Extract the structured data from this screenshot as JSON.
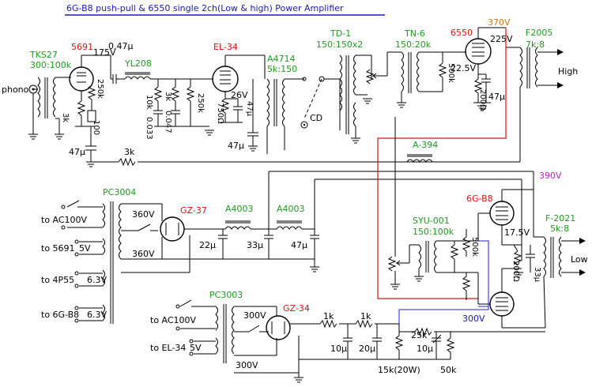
{
  "title": "6G-B8 push-pull & 6550 single 2ch(Low & high) Power Amplifier",
  "colors": {
    "green": "#1f9a1f",
    "red": "#d11",
    "blue": "#1a1ab0",
    "orange": "#c87a1a",
    "magenta": "#c020c0",
    "wire_red": "#e01010",
    "wire_blue": "#2020d0"
  },
  "labels": {
    "phono": "phono",
    "tks27_name": "TKS27",
    "tks27_ratio": "300:100k",
    "t5691": "5691",
    "v175": "175V",
    "yl208": "YL208",
    "c047": "0.47μ",
    "r250k_a": "250k",
    "r3k_a": "3k",
    "r100": "100",
    "r10k": "10k",
    "c0033": "0.033",
    "r3k_b": "3k",
    "c0047": "0.047",
    "r250k_b": "250k",
    "el34": "EL-34",
    "r750": "750Ω",
    "v26": "26V",
    "c47_a": "47μ",
    "a4714": "A4714",
    "a4714_ratio": "5k:150",
    "td1": "TD-1",
    "td1_ratio": "150:150x2",
    "tn6": "TN-6",
    "tn6_ratio": "150:20k",
    "r500k_a": "500k",
    "t6550": "6550",
    "v370": "370V",
    "v225": "225V",
    "v225b": "22.5V",
    "r200": "200Ω",
    "c47_b": "47μ",
    "f2005": "F2005",
    "f2005_ratio": "7k:8",
    "high": "High",
    "cd": "CD",
    "c47_c": "47μ",
    "c47_d": "47μ",
    "r3k_c": "3k",
    "a394": "A-394",
    "v390": "390V",
    "pc3004": "PC3004",
    "v360a": "360V",
    "v360b": "360V",
    "gz37": "GZ-37",
    "a4003a": "A4003",
    "a4003b": "A4003",
    "c22": "22μ",
    "c33": "33μ",
    "c47_e": "47μ",
    "to_ac100a": "to AC100V",
    "to_5691": "to 5691",
    "v5a": "5V",
    "to_4p55": "to 4P55",
    "v63a": "6.3V",
    "to_6gb8": "to 6G-B8",
    "v63b": "6.3V",
    "t6gb8": "6G-B8",
    "syu001": "SYU-001",
    "syu_ratio": "150:100k",
    "r500k_b": "500k",
    "v175b": "17.5V",
    "r200b": "200Ω",
    "c33b": "33μ",
    "f2021": "F-2021",
    "f2021_ratio": "5k:8",
    "low": "Low",
    "pc3003": "PC3003",
    "v300a": "300V",
    "v300b": "300V",
    "gz34": "GZ-34",
    "to_ac100b": "to AC100V",
    "to_el34": "to EL-34",
    "v5b": "5V",
    "r1ka": "1k",
    "r1kb": "1k",
    "c10a": "10μ",
    "c20": "20μ",
    "r25k": "25k",
    "c10b": "10μ",
    "v300c": "300V",
    "r15k": "15k(20W)",
    "r50k": "50k"
  }
}
